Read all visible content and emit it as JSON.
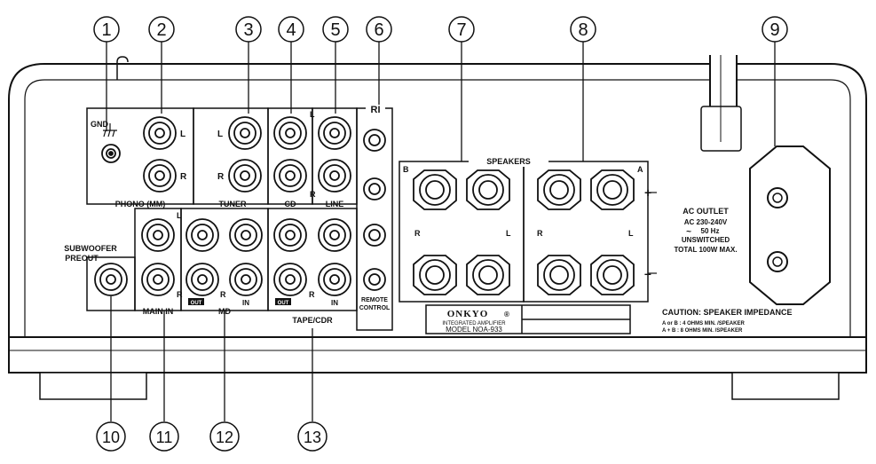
{
  "callouts": {
    "c1": "1",
    "c2": "2",
    "c3": "3",
    "c4": "4",
    "c5": "5",
    "c6": "6",
    "c7": "7",
    "c8": "8",
    "c9": "9",
    "c10": "10",
    "c11": "11",
    "c12": "12",
    "c13": "13"
  },
  "labels": {
    "gnd": "GND",
    "phono_l": "L",
    "phono_r": "R",
    "phono": "PHONO (MM)",
    "tuner_l": "L",
    "tuner_r": "R",
    "tuner": "TUNER",
    "cd": "CD",
    "line": "LINE",
    "cdline_l": "L",
    "cdline_r": "R",
    "ri": "RI",
    "remote1": "REMOTE",
    "remote2": "CONTROL",
    "speakers": "SPEAKERS",
    "spk_b": "B",
    "spk_a": "A",
    "spk_r1": "R",
    "spk_l1": "L",
    "spk_r2": "R",
    "spk_l2": "L",
    "plus": "+",
    "minus": "–",
    "ac_title": "AC OUTLET",
    "ac_v": "AC 230-240V",
    "ac_hz": "50 Hz",
    "ac_tilde": "~",
    "ac_sw": "UNSWITCHED",
    "ac_total": "TOTAL 100W MAX.",
    "sub1": "SUBWOOFER",
    "sub2": "PREOUT",
    "mainin": "MAIN IN",
    "mainin_l": "L",
    "mainin_r": "R",
    "md": "MD",
    "md_out": "OUT",
    "md_in": "IN",
    "md_r": "R",
    "tape": "TAPE/CDR",
    "tape_out": "OUT",
    "tape_in": "IN",
    "tape_r": "R",
    "onkyo": "ONKYO",
    "reg": "®",
    "integrated": "INTEGRATED AMPLIFIER",
    "model": "MODEL NOA-933",
    "caution": "CAUTION:  SPEAKER IMPEDANCE",
    "caution_a": "A  or  B :   4 OHMS MIN. /SPEAKER",
    "caution_b": "A  +  B :   8 OHMS MIN. /SPEAKER"
  }
}
